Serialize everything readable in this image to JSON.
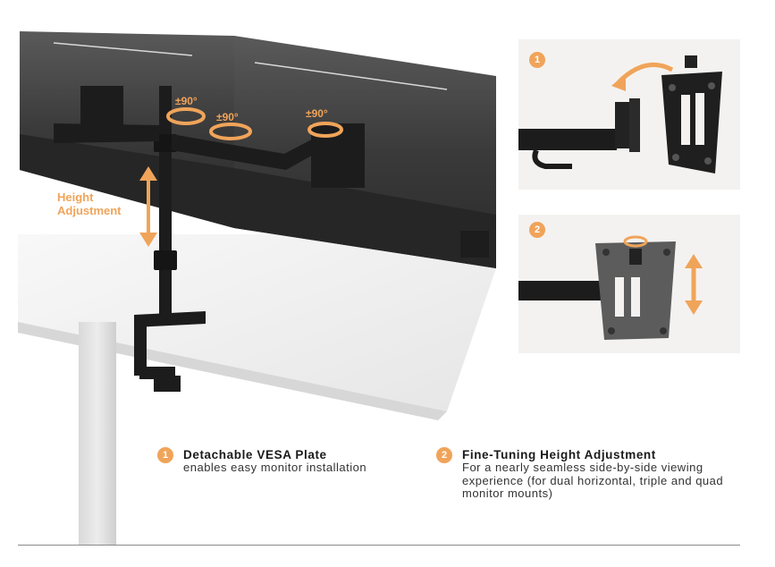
{
  "colors": {
    "accent": "#f0a45a",
    "frame": "#1c1c1c",
    "monitor": "#2a2a2a",
    "desk": "#f5f5f5",
    "panel_bg": "#f4f2f0"
  },
  "annotations": {
    "angle_left": "±90°",
    "angle_middle": "±90°",
    "angle_right": "±90°",
    "height_adjustment": "Height\nAdjustment"
  },
  "panels": [
    {
      "number": "1"
    },
    {
      "number": "2"
    }
  ],
  "features": [
    {
      "number": "1",
      "title": "Detachable VESA Plate",
      "body": "enables easy monitor installation"
    },
    {
      "number": "2",
      "title": "Fine-Tuning Height Adjustment",
      "body": "For a nearly seamless side-by-side viewing experience (for dual horizontal, triple and quad monitor mounts)"
    }
  ]
}
